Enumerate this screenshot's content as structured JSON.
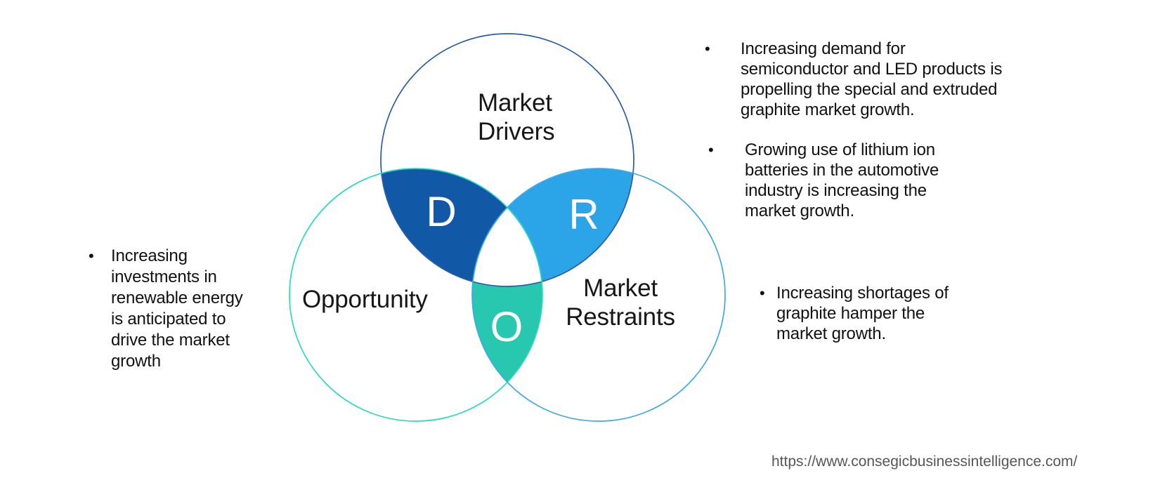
{
  "diagram": {
    "title": "DRO Venn diagram",
    "drivers": {
      "label": "Market\nDrivers",
      "letter": "D",
      "lens_fill": "#1158A7",
      "stroke": "#2B5DA7"
    },
    "opportunity": {
      "label": "Opportunity",
      "letter": "O",
      "lens_fill": "#27C7B0",
      "stroke": "#2BD9C2"
    },
    "restraints": {
      "label": "Market\nRestraints",
      "letter": "R",
      "lens_fill": "#2BA4E8",
      "stroke": "#3FA9E8"
    },
    "center_fill": "#ffffff"
  },
  "bullets": {
    "opportunity": {
      "marker": "•",
      "text": "Increasing\ninvestments in\nrenewable energy\nis anticipated to\ndrive the market\ngrowth"
    },
    "drivers": [
      {
        "marker": "•",
        "text": "Increasing demand for\nsemiconductor and LED products is\npropelling the special and extruded\ngraphite market growth."
      },
      {
        "marker": "•",
        "text": "Growing use of lithium ion\nbatteries in the automotive\nindustry is increasing the\nmarket growth."
      }
    ],
    "restraints": [
      {
        "marker": "•",
        "text": "Increasing shortages of\ngraphite hamper the\nmarket growth."
      }
    ]
  },
  "footer": {
    "url": "https://www.consegicbusinessintelligence.com/"
  }
}
